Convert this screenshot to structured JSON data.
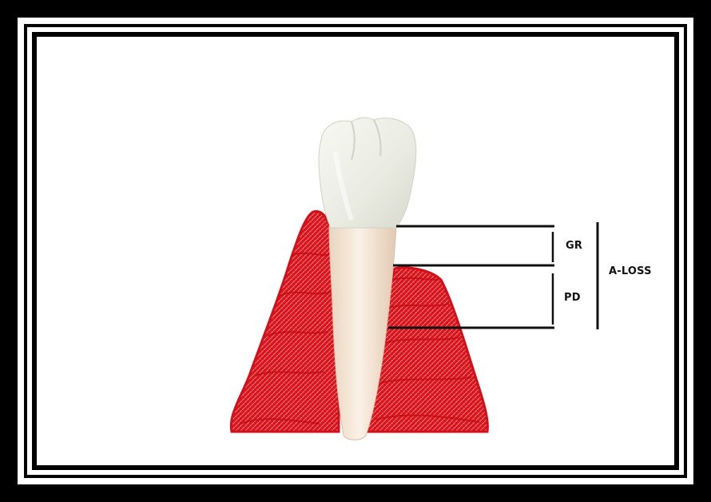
{
  "labels": {
    "gingival_recession": "GR",
    "probing_depth": "PD",
    "attachment_loss": "A-LOSS"
  },
  "colors": {
    "gum_tissue": "#e0141c",
    "crown": "#eeeee6",
    "root": "#f3e6d8",
    "measure_lines": "#111111",
    "frame": "#000000"
  }
}
